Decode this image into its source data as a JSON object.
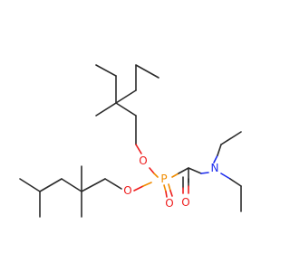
{
  "molecule": {
    "atoms": {
      "o_upper": {
        "symbol": "O",
        "color": "#ee1c1c"
      },
      "o_lower": {
        "symbol": "O",
        "color": "#ee1c1c"
      },
      "phosphorus": {
        "symbol": "P",
        "color": "#f08c00"
      },
      "o_phosphoryl": {
        "symbol": "O",
        "color": "#ee1c1c"
      },
      "o_carbonyl": {
        "symbol": "O",
        "color": "#ee1c1c"
      },
      "nitrogen": {
        "symbol": "N",
        "color": "#1c2cee"
      }
    },
    "bond_color": "#2b2b2b"
  }
}
